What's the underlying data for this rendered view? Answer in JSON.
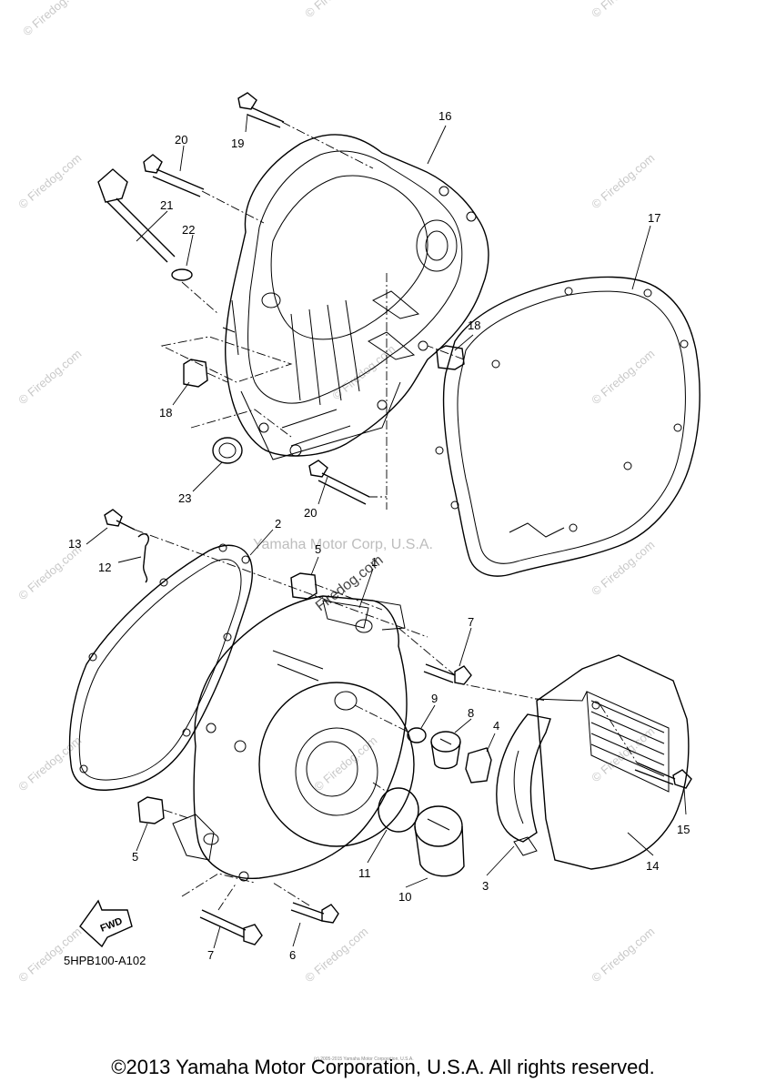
{
  "diagram": {
    "code": "5HPB100-A102",
    "fwd_label": "FWD",
    "center_watermark": "Yamaha Motor Corp, U.S.A.",
    "center_watermark_site": "Firedog.com",
    "watermark_text": "© Firedog.com",
    "tiny_notice": "(c) 2005-2015 Yamaha Motor Corporation, U.S.A.",
    "labels": [
      {
        "id": "p1",
        "text": "1"
      },
      {
        "id": "p2",
        "text": "2"
      },
      {
        "id": "p3",
        "text": "3"
      },
      {
        "id": "p4",
        "text": "4"
      },
      {
        "id": "p5a",
        "text": "5"
      },
      {
        "id": "p5b",
        "text": "5"
      },
      {
        "id": "p6",
        "text": "6"
      },
      {
        "id": "p7a",
        "text": "7"
      },
      {
        "id": "p7b",
        "text": "7"
      },
      {
        "id": "p8",
        "text": "8"
      },
      {
        "id": "p9",
        "text": "9"
      },
      {
        "id": "p10",
        "text": "10"
      },
      {
        "id": "p11",
        "text": "11"
      },
      {
        "id": "p12",
        "text": "12"
      },
      {
        "id": "p13",
        "text": "13"
      },
      {
        "id": "p14",
        "text": "14"
      },
      {
        "id": "p15",
        "text": "15"
      },
      {
        "id": "p16",
        "text": "16"
      },
      {
        "id": "p17",
        "text": "17"
      },
      {
        "id": "p18a",
        "text": "18"
      },
      {
        "id": "p18b",
        "text": "18"
      },
      {
        "id": "p19",
        "text": "19"
      },
      {
        "id": "p20a",
        "text": "20"
      },
      {
        "id": "p20b",
        "text": "20"
      },
      {
        "id": "p21",
        "text": "21"
      },
      {
        "id": "p22",
        "text": "22"
      },
      {
        "id": "p23",
        "text": "23"
      }
    ]
  },
  "footer": {
    "copyright": "©2013 Yamaha Motor Corporation, U.S.A. All rights reserved."
  }
}
